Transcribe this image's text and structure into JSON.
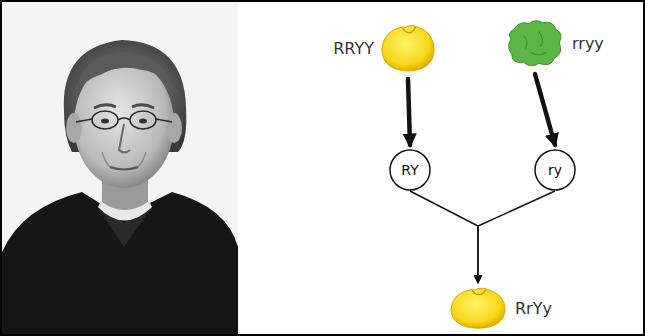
{
  "diagram": {
    "nodes": [
      {
        "text": [
          "RRYY"
        ]
      },
      {
        "text": [
          "rryy"
        ]
      },
      {
        "text": [
          "RY"
        ]
      },
      {
        "text": [
          "ry"
        ]
      },
      {
        "text": [
          "RrYy"
        ]
      }
    ],
    "edges": [
      {
        "from": 0,
        "to": 2,
        "arrow": "to"
      },
      {
        "from": 1,
        "to": 3,
        "arrow": "to"
      },
      {
        "from": 2,
        "to": 4,
        "arrow": "to"
      },
      {
        "from": 3,
        "to": 4,
        "arrow": "to"
      }
    ]
  }
}
